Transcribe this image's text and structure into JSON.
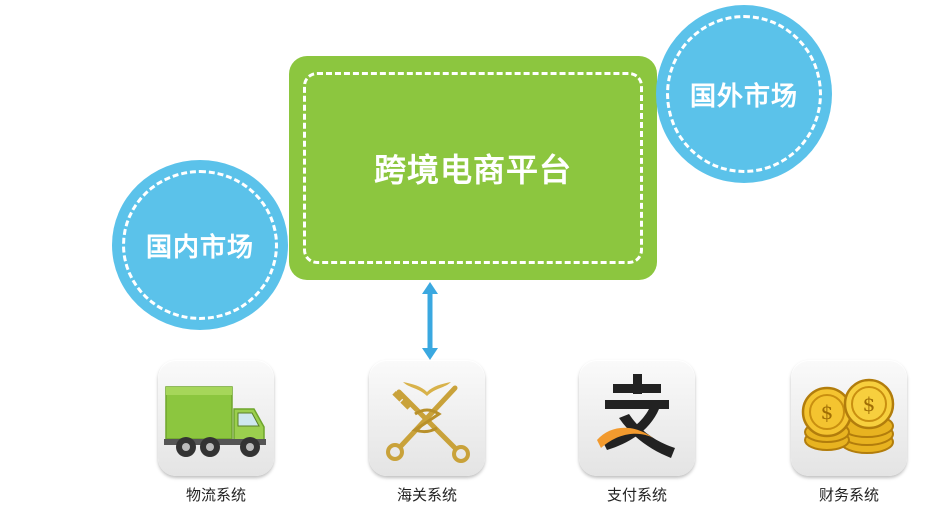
{
  "platform": {
    "label": "跨境电商平台"
  },
  "markets": {
    "domestic": "国内市场",
    "foreign": "国外市场"
  },
  "systems": [
    {
      "label": "物流系统",
      "icon": "truck-icon"
    },
    {
      "label": "海关系统",
      "icon": "customs-emblem-icon"
    },
    {
      "label": "支付系统",
      "icon": "alipay-icon"
    },
    {
      "label": "财务系统",
      "icon": "gold-coins-icon"
    }
  ],
  "colors": {
    "platform_green": "#8cc63f",
    "market_blue": "#5bc2ea",
    "arrow_blue": "#3aa8e0"
  }
}
